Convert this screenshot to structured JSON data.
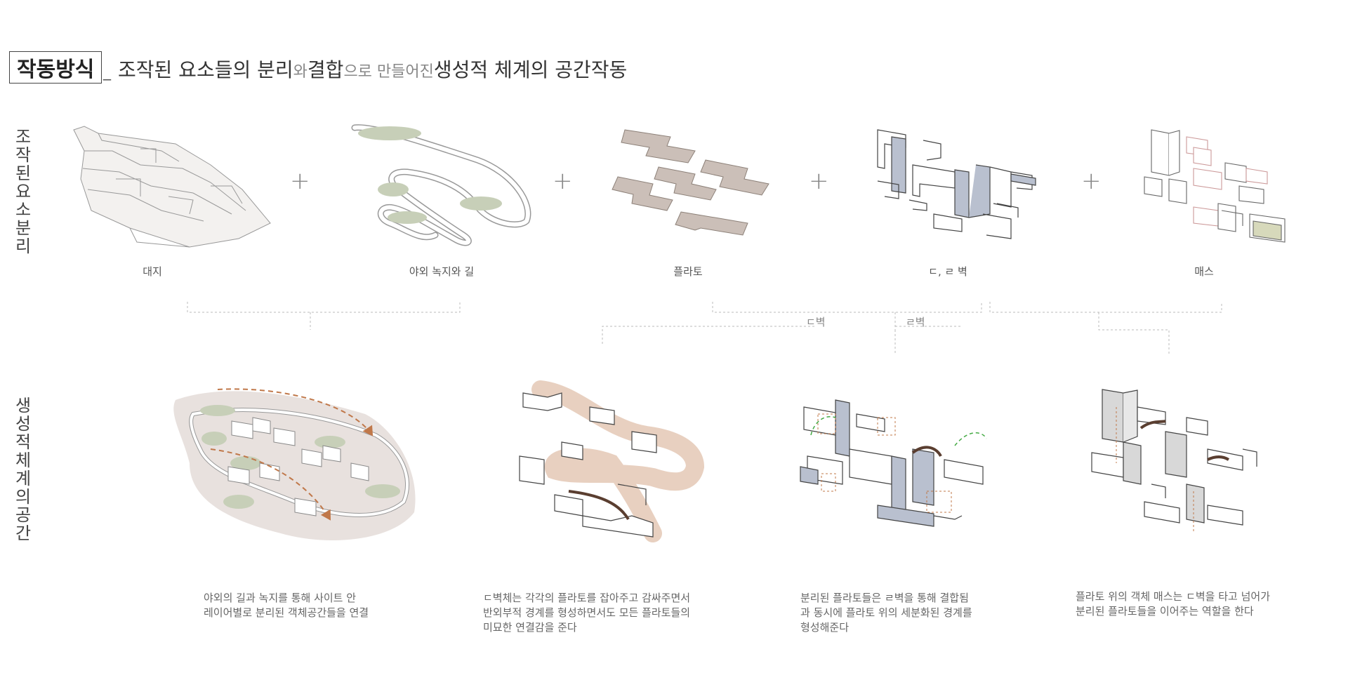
{
  "header": {
    "title": "작동방식",
    "dash": "_",
    "subtitle_parts": [
      {
        "text": "조작된 요소들의 분리",
        "style": "strong"
      },
      {
        "text": "와 ",
        "style": "light"
      },
      {
        "text": "결합",
        "style": "strong"
      },
      {
        "text": "으로 만들어진 ",
        "style": "light"
      },
      {
        "text": "생성적 체계의 공간작동",
        "style": "strong"
      }
    ]
  },
  "rows": {
    "top_label": [
      "조",
      "작",
      "된",
      "요",
      "소",
      "분",
      "리"
    ],
    "bottom_label": [
      "생",
      "성",
      "적",
      "체",
      "계",
      "의",
      "공",
      "간"
    ]
  },
  "elements": [
    {
      "label": "대지",
      "icon": "terrain-model-icon"
    },
    {
      "label": "야외 녹지와 길",
      "icon": "green-path-icon"
    },
    {
      "label": "플라토",
      "icon": "plateau-slabs-icon"
    },
    {
      "label": "ㄷ, ㄹ 벽",
      "icon": "walls-icon"
    },
    {
      "label": "매스",
      "icon": "mass-boxes-icon"
    }
  ],
  "plus_sign": "+",
  "connectors": {
    "d_wall": "ㄷ벽",
    "r_wall": "ㄹ벽"
  },
  "captions": [
    {
      "lines": [
        "야외의 길과 녹지를 통해 사이트 안",
        "레이어별로 분리된 객체공간들을 연결"
      ]
    },
    {
      "lines": [
        "ㄷ벽체는 각각의 플라토를 잡아주고 감싸주면서",
        "반외부적 경계를 형성하면서도 모든 플라토들의",
        "미묘한 연결감을 준다"
      ]
    },
    {
      "lines": [
        "분리된 플라토들은 ㄹ벽을 통해 결합됨",
        "과 동시에 플라토 위의 세분화된 경계를",
        "형성해준다"
      ]
    },
    {
      "lines": [
        "플라토 위의 객체 매스는 ㄷ벽을 타고 넘어가",
        "분리된 플라토들을 이어주는 역할을 한다"
      ]
    }
  ],
  "colors": {
    "green": "#c7cfb8",
    "slab": "#cbbfb8",
    "wall_blue": "#b9c0cf",
    "orange": "#c0784a",
    "site": "#e8e1de"
  }
}
